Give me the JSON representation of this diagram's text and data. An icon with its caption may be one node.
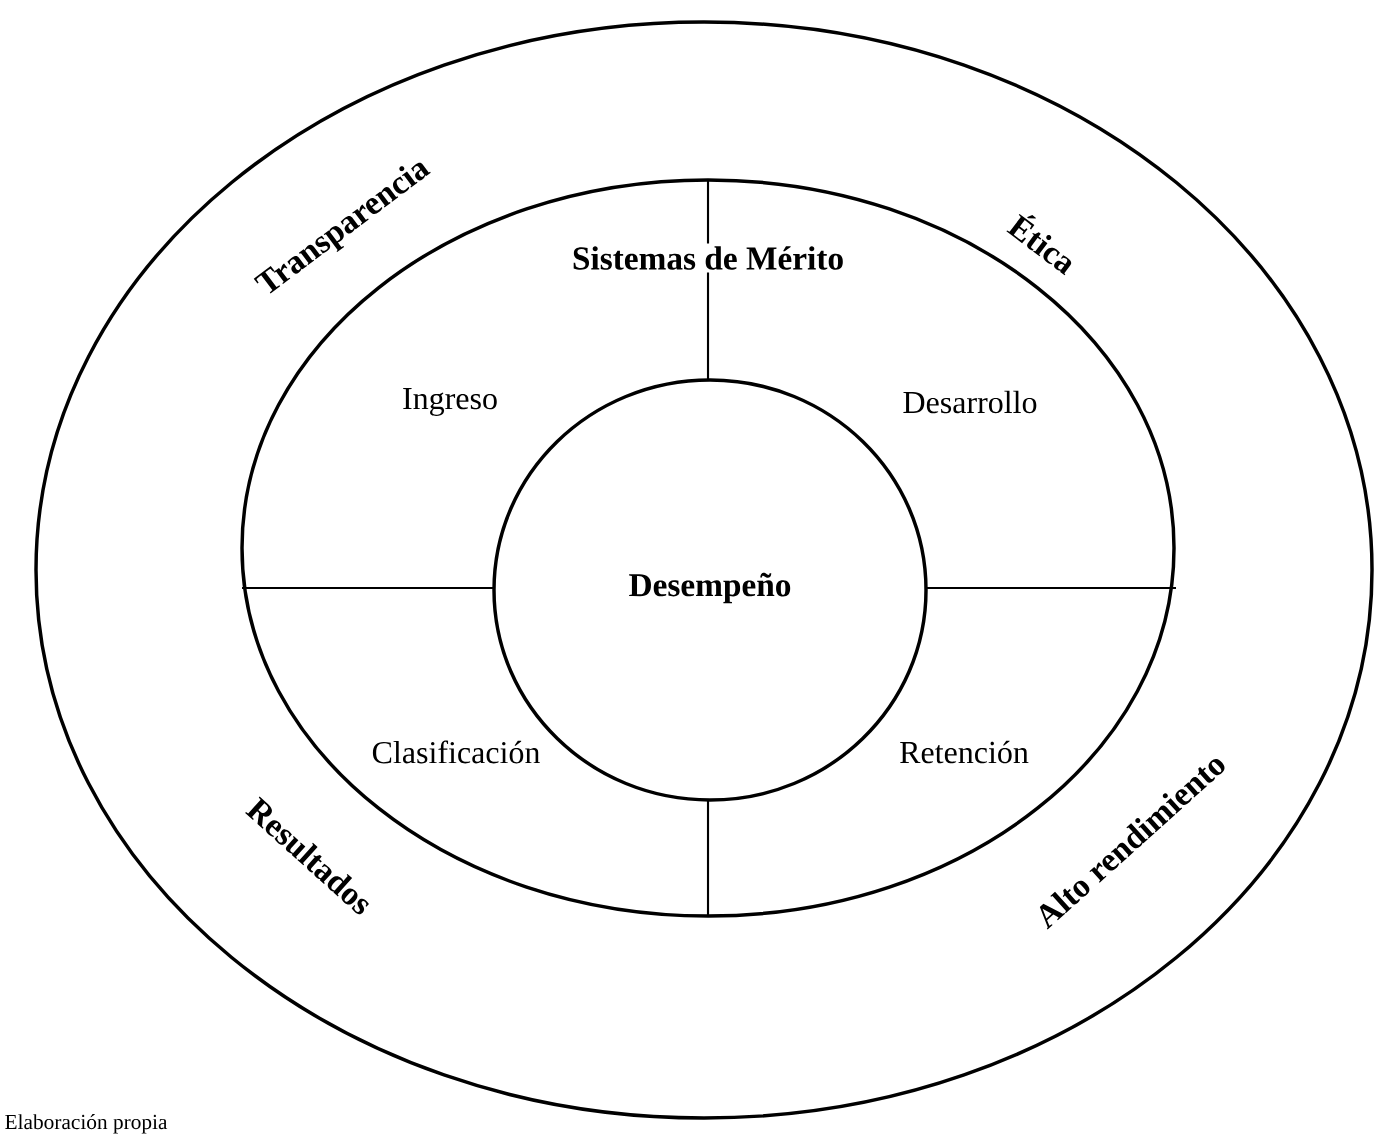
{
  "diagram": {
    "nodes": [
      {
        "text": [
          "Transparencia",
          "Ética",
          "Resultados",
          "Alto rendimiento"
        ]
      },
      {
        "text": [
          "Sistemas de Mérito",
          "Ingreso",
          "Desarrollo",
          "Clasificación",
          "Retención"
        ],
        "in": 0
      },
      {
        "text": [
          "Desempeño"
        ],
        "in": 1
      }
    ],
    "labels": [
      "Elaboración propia"
    ]
  }
}
